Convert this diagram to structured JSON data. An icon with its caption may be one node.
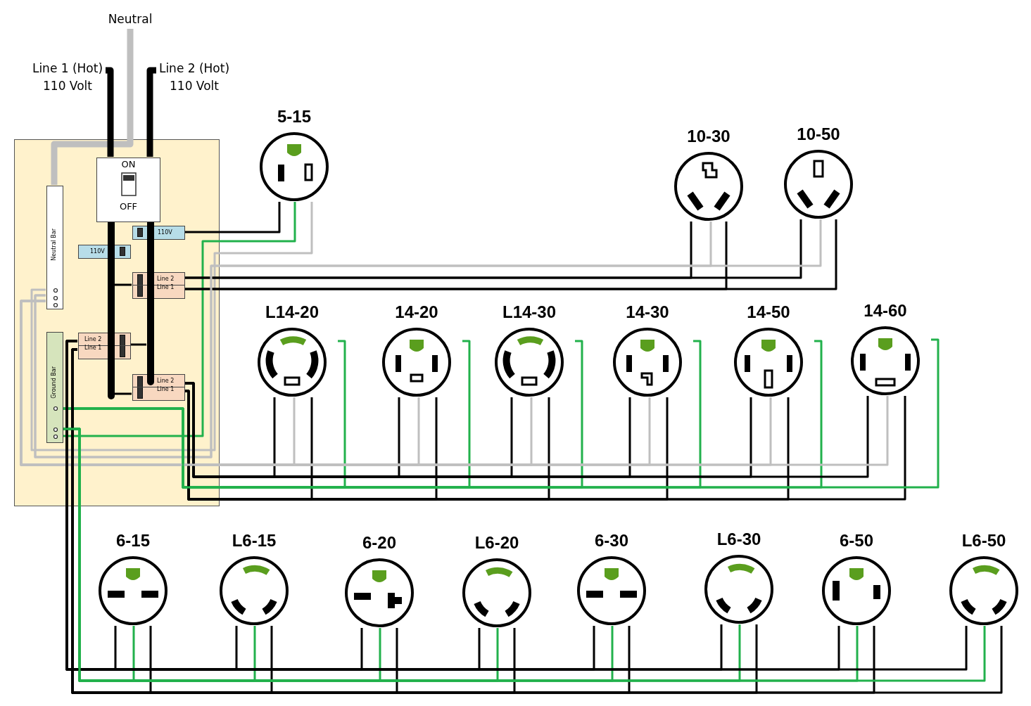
{
  "diagram": {
    "nodes": [
      {
        "text": [
          "Neutral"
        ]
      },
      {
        "text": [
          "Line 1 (Hot) 110 Volt"
        ]
      },
      {
        "text": [
          "Line 2 (Hot) 110 Volt"
        ]
      },
      {
        "text": [],
        "shape": "box"
      },
      {
        "text": [
          "ON",
          "OFF"
        ],
        "in": 3
      },
      {
        "text": [
          "Neutral Bar"
        ],
        "in": 3
      },
      {
        "text": [
          "110V"
        ],
        "in": 3
      },
      {
        "text": [
          "110V"
        ],
        "in": 3
      },
      {
        "text": [
          "Line 2",
          "Line 1"
        ],
        "in": 3
      },
      {
        "text": [
          "Ground Bar"
        ],
        "in": 3
      },
      {
        "text": [
          "Line 2",
          "Line 1"
        ],
        "in": 3
      },
      {
        "text": [
          "Line 2",
          "Line 1"
        ],
        "in": 3
      },
      {
        "text": [
          "5-15"
        ]
      },
      {
        "text": [
          "10-30"
        ]
      },
      {
        "text": [
          "10-50"
        ]
      },
      {
        "text": [
          "L14-20"
        ]
      },
      {
        "text": [
          "14-20"
        ]
      },
      {
        "text": [
          "L14-30"
        ]
      },
      {
        "text": [
          "14-30"
        ]
      },
      {
        "text": [
          "14-50"
        ]
      },
      {
        "text": [
          "14-60"
        ]
      },
      {
        "text": [
          "6-15"
        ]
      },
      {
        "text": [
          "L6-15"
        ]
      },
      {
        "text": [
          "6-20"
        ]
      },
      {
        "text": [
          "L6-20"
        ]
      },
      {
        "text": [
          "6-30"
        ]
      },
      {
        "text": [
          "L6-30"
        ]
      },
      {
        "text": [
          "6-50"
        ]
      },
      {
        "text": [
          "L6-50"
        ]
      },
      {
        "text": [],
        "shape": "bar",
        "in": 3
      },
      {
        "text": [],
        "shape": "bar",
        "in": 3
      }
    ],
    "edges": [
      {
        "from": 0,
        "to": 5,
        "arrow": "none",
        "style": "thick",
        "color": "#bfbfbf"
      },
      {
        "from": 1,
        "to": 4,
        "arrow": "none",
        "style": "thick"
      },
      {
        "from": 2,
        "to": 4,
        "arrow": "none",
        "style": "thick"
      },
      {
        "from": 6,
        "to": 12,
        "arrow": "none"
      },
      {
        "from": 5,
        "to": 12,
        "arrow": "none",
        "color": "#bfbfbf"
      },
      {
        "from": 9,
        "to": 12,
        "arrow": "none",
        "color": "#22b14c"
      },
      {
        "from": 8,
        "to": 13,
        "arrow": "none"
      },
      {
        "from": 8,
        "to": 13,
        "arrow": "none"
      },
      {
        "from": 5,
        "to": 13,
        "arrow": "none",
        "color": "#bfbfbf"
      },
      {
        "from": 8,
        "to": 14,
        "arrow": "none"
      },
      {
        "from": 8,
        "to": 14,
        "arrow": "none"
      },
      {
        "from": 5,
        "to": 14,
        "arrow": "none",
        "color": "#bfbfbf"
      },
      {
        "from": 11,
        "to": 15,
        "arrow": "none"
      },
      {
        "from": 11,
        "to": 15,
        "arrow": "none"
      },
      {
        "from": 5,
        "to": 15,
        "arrow": "none",
        "color": "#bfbfbf"
      },
      {
        "from": 9,
        "to": 15,
        "arrow": "none",
        "color": "#22b14c"
      },
      {
        "from": 11,
        "to": 16,
        "arrow": "none"
      },
      {
        "from": 11,
        "to": 16,
        "arrow": "none"
      },
      {
        "from": 5,
        "to": 16,
        "arrow": "none",
        "color": "#bfbfbf"
      },
      {
        "from": 9,
        "to": 16,
        "arrow": "none",
        "color": "#22b14c"
      },
      {
        "from": 11,
        "to": 17,
        "arrow": "none"
      },
      {
        "from": 11,
        "to": 17,
        "arrow": "none"
      },
      {
        "from": 5,
        "to": 17,
        "arrow": "none",
        "color": "#bfbfbf"
      },
      {
        "from": 9,
        "to": 17,
        "arrow": "none",
        "color": "#22b14c"
      },
      {
        "from": 11,
        "to": 18,
        "arrow": "none"
      },
      {
        "from": 11,
        "to": 18,
        "arrow": "none"
      },
      {
        "from": 5,
        "to": 18,
        "arrow": "none",
        "color": "#bfbfbf"
      },
      {
        "from": 9,
        "to": 18,
        "arrow": "none",
        "color": "#22b14c"
      },
      {
        "from": 11,
        "to": 19,
        "arrow": "none"
      },
      {
        "from": 11,
        "to": 19,
        "arrow": "none"
      },
      {
        "from": 5,
        "to": 19,
        "arrow": "none",
        "color": "#bfbfbf"
      },
      {
        "from": 9,
        "to": 19,
        "arrow": "none",
        "color": "#22b14c"
      },
      {
        "from": 11,
        "to": 20,
        "arrow": "none"
      },
      {
        "from": 11,
        "to": 20,
        "arrow": "none"
      },
      {
        "from": 5,
        "to": 20,
        "arrow": "none",
        "color": "#bfbfbf"
      },
      {
        "from": 9,
        "to": 20,
        "arrow": "none",
        "color": "#22b14c"
      },
      {
        "from": 10,
        "to": 21,
        "arrow": "none"
      },
      {
        "from": 10,
        "to": 21,
        "arrow": "none"
      },
      {
        "from": 9,
        "to": 21,
        "arrow": "none",
        "color": "#22b14c"
      },
      {
        "from": 10,
        "to": 22,
        "arrow": "none"
      },
      {
        "from": 10,
        "to": 22,
        "arrow": "none"
      },
      {
        "from": 9,
        "to": 22,
        "arrow": "none",
        "color": "#22b14c"
      },
      {
        "from": 10,
        "to": 23,
        "arrow": "none"
      },
      {
        "from": 10,
        "to": 23,
        "arrow": "none"
      },
      {
        "from": 9,
        "to": 23,
        "arrow": "none",
        "color": "#22b14c"
      },
      {
        "from": 10,
        "to": 24,
        "arrow": "none"
      },
      {
        "from": 10,
        "to": 24,
        "arrow": "none"
      },
      {
        "from": 9,
        "to": 24,
        "arrow": "none",
        "color": "#22b14c"
      },
      {
        "from": 10,
        "to": 25,
        "arrow": "none"
      },
      {
        "from": 10,
        "to": 25,
        "arrow": "none"
      },
      {
        "from": 9,
        "to": 25,
        "arrow": "none",
        "color": "#22b14c"
      },
      {
        "from": 10,
        "to": 26,
        "arrow": "none"
      },
      {
        "from": 10,
        "to": 26,
        "arrow": "none"
      },
      {
        "from": 9,
        "to": 26,
        "arrow": "none",
        "color": "#22b14c"
      },
      {
        "from": 10,
        "to": 27,
        "arrow": "none"
      },
      {
        "from": 10,
        "to": 27,
        "arrow": "none"
      },
      {
        "from": 9,
        "to": 27,
        "arrow": "none",
        "color": "#22b14c"
      },
      {
        "from": 10,
        "to": 28,
        "arrow": "none"
      },
      {
        "from": 10,
        "to": 28,
        "arrow": "none"
      },
      {
        "from": 9,
        "to": 28,
        "arrow": "none",
        "color": "#22b14c"
      },
      {
        "from": 29,
        "to": 8,
        "arrow": "none"
      },
      {
        "from": 30,
        "to": 10,
        "arrow": "none"
      },
      {
        "from": 29,
        "to": 11,
        "arrow": "none"
      }
    ]
  }
}
